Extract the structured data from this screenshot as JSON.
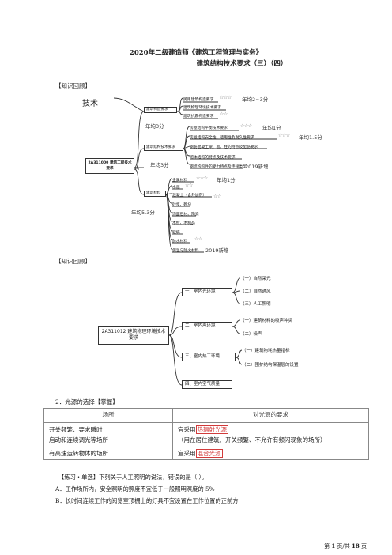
{
  "header": {
    "title": "2020年二级建造师《建筑工程管理与实务》",
    "subtitle": "建筑结构技术要求（三）（四）"
  },
  "section1": {
    "label": "【知识回顾】",
    "tech": "技术",
    "root": "2A311000 建筑工程技术要求",
    "n1": {
      "label": "建筑构造要求",
      "note": "年均3分",
      "leaves": [
        "民用建筑构造要求",
        "建筑物理环境技术要求",
        "建筑抗震构造要求"
      ],
      "leaf0_stars": "☆☆☆",
      "leaf0_note": "年均2~3分",
      "leaf2_stars": "☆☆"
    },
    "n2": {
      "label": "建筑结构技术要求",
      "note": "年均3分",
      "leaves": [
        "房屋结构平衡技术要求",
        "房屋结构安全性、适用性及耐久性要求",
        "钢筋混凝土梁、板、柱的特点及配筋要求",
        "砌体结构的特点及技术要求",
        "钢结构构件的受力特点及连接类型"
      ],
      "leaf0_stars": "☆☆☆",
      "leaf0_note": "年均1分",
      "leaf1_stars": "☆☆☆",
      "leaf1_note": "年均1.5分",
      "leaf4_note": "2019新增"
    },
    "n3": {
      "label": "建筑材料",
      "note": "年均5.3分",
      "leaves": [
        "金属材料",
        "水泥",
        "混凝土（含外加剂）",
        "砂浆、砌块",
        "饰面石材、陶瓷",
        "木材、木制品",
        "玻璃",
        "防水材料",
        "保温与防火材料"
      ],
      "leaf0_stars": "☆☆☆",
      "leaf0_note": "年均1分",
      "leaf1_stars": "☆☆",
      "leaf2_stars": "☆☆",
      "leaf7_stars": "☆☆",
      "leaf8_note": "2019新增"
    }
  },
  "section2": {
    "label": "【知识回顾】",
    "root": "2A311012 建筑物理环境技术要求",
    "branches": [
      {
        "label": "一、室内光环境",
        "items": [
          "（一）自然采光",
          "（二）自然通风",
          "（三）人工照明"
        ]
      },
      {
        "label": "二、室内声环境",
        "items": [
          "（一）建筑材料的吸声种类",
          "（二）噪声"
        ]
      },
      {
        "label": "三、室内热工环境",
        "items": [
          "（一）建筑物耗热量指标",
          "（二）围护结构保温层的设置"
        ]
      },
      {
        "label": "四、室内空气质量",
        "items": []
      }
    ]
  },
  "section3": {
    "heading": "2．光源的选择【掌握】",
    "table": {
      "col1": "场所",
      "col2": "对光源的要求",
      "r1_place_a": "开关频繁、要求瞬时",
      "r1_place_b": "启动和连续调光等场所",
      "r1_req_pre": "宜采用",
      "r1_req_hl": "热辐射光源",
      "r1_req_note": "（用在居住建筑、开关频繁、不允许有频闪现象的场所）",
      "r2_place": "有高速运转物体的场所",
      "r2_req_pre": "宜采用",
      "r2_req_hl": "混合光源"
    }
  },
  "question": {
    "stem": "【练习・单选】下列关于人工照明的说法，错误的是（ ）。",
    "a": "A．工作场所内，安全照明的照度不宜低于一般照明照度的 5%",
    "b": "B．长时间连续工作的阅览室顶棚上的灯具不宜设置在工作位置的正前方"
  },
  "footer": {
    "p1": "第",
    "page": "1",
    "p2": "页/共",
    "total": "18",
    "p3": "页"
  }
}
